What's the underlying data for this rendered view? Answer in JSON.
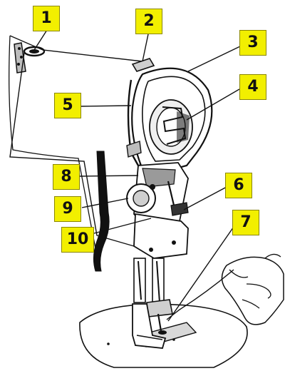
{
  "diagram": {
    "callouts": [
      {
        "id": "1",
        "label": "1"
      },
      {
        "id": "2",
        "label": "2"
      },
      {
        "id": "3",
        "label": "3"
      },
      {
        "id": "4",
        "label": "4"
      },
      {
        "id": "5",
        "label": "5"
      },
      {
        "id": "6",
        "label": "6"
      },
      {
        "id": "7",
        "label": "7"
      },
      {
        "id": "8",
        "label": "8"
      },
      {
        "id": "9",
        "label": "9"
      },
      {
        "id": "10",
        "label": "10"
      }
    ],
    "colors": {
      "callout_fill": "#f2ef00",
      "ink": "#111111",
      "background": "#ffffff"
    }
  }
}
